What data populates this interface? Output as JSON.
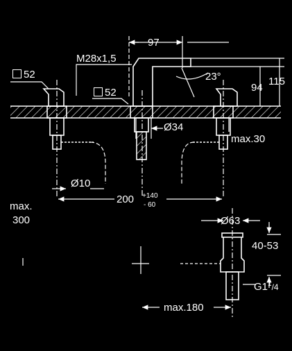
{
  "drawing": {
    "dims": {
      "spout_reach": "97",
      "thread": "M28x1,5",
      "handle_square_left": "52",
      "handle_square_center": "52",
      "spout_angle": "23°",
      "height_94": "94",
      "height_115": "115",
      "hole_dia": "Ø34",
      "max_thickness": "max.30",
      "hose_dia": "Ø10",
      "spacing_main": "200",
      "spacing_plus": "+140",
      "spacing_minus": "- 60",
      "max_300_line1": "max.",
      "max_300_line2": "300",
      "drain_dia": "Ø63",
      "drain_range": "40-53",
      "drain_thread": "G1",
      "drain_thread_sup": "1",
      "drain_thread_sub": "/4",
      "drain_max": "max.180"
    }
  }
}
